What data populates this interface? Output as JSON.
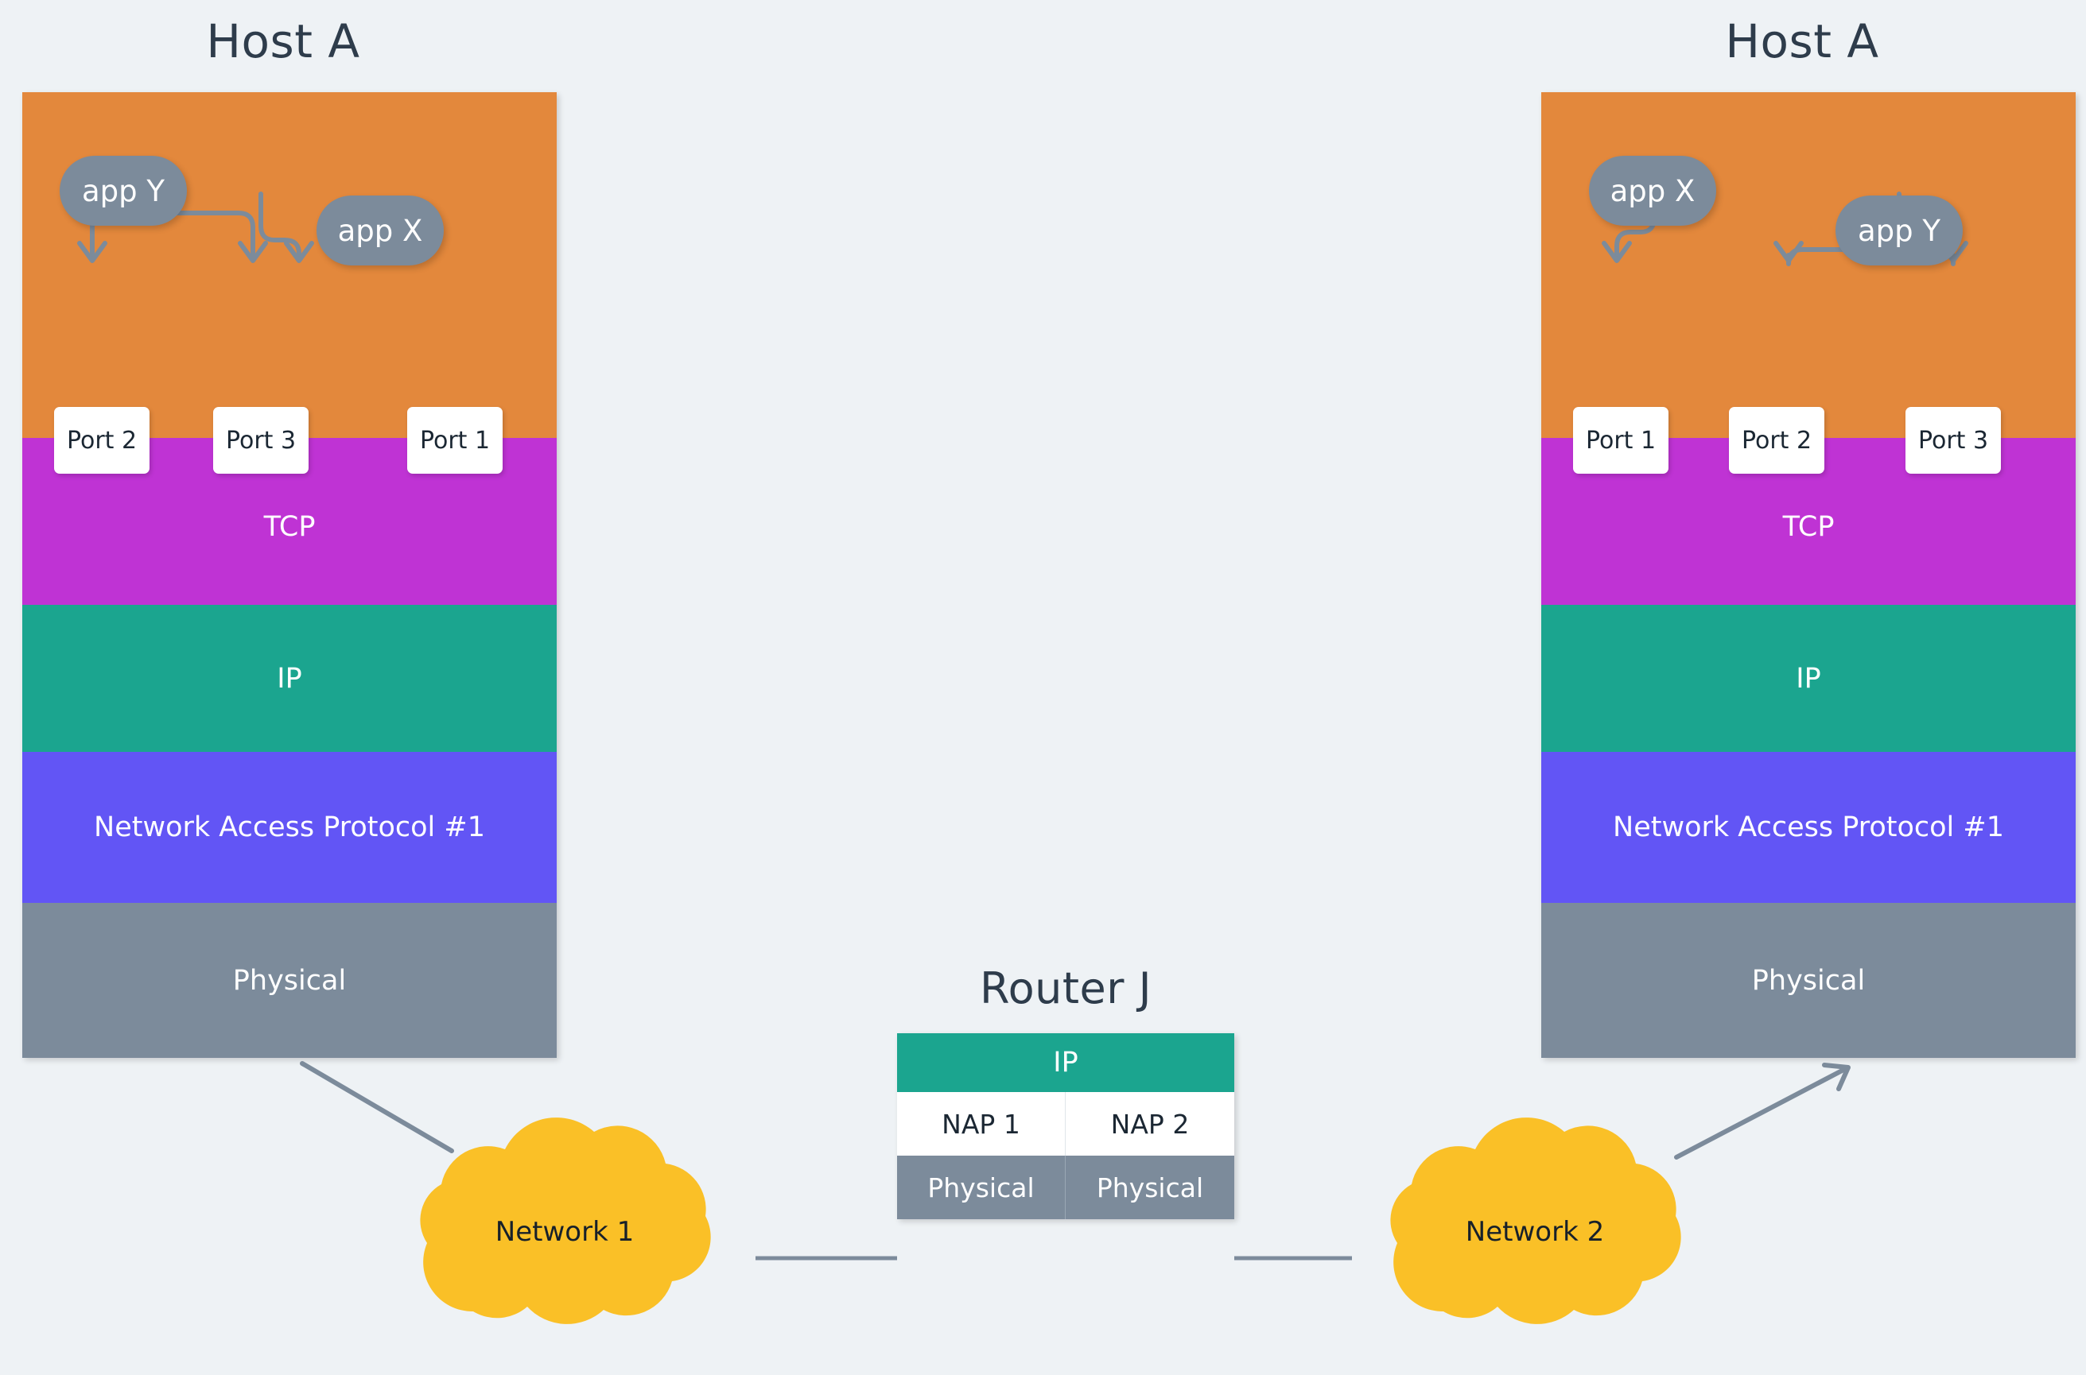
{
  "background_color": "#eef2f5",
  "palette": {
    "application_layer": "#e3883c",
    "tcp_layer": "#bf33d4",
    "ip_layer": "#1ba58f",
    "network_access_layer": "#6255f5",
    "physical_layer": "#7c8b9b",
    "app_bubble": "#7c8b9b",
    "cloud": "#fac027",
    "connector": "#7c8b9b",
    "title_text": "#2e3c4b",
    "port_box": "#ffffff"
  },
  "hosts": [
    {
      "title": "Host A",
      "apps": [
        {
          "label": "app Y"
        },
        {
          "label": "app X"
        }
      ],
      "ports": [
        {
          "label": "Port 2"
        },
        {
          "label": "Port 3"
        },
        {
          "label": "Port 1"
        }
      ],
      "layers": [
        {
          "name": "application",
          "label": ""
        },
        {
          "name": "transport",
          "label": "TCP"
        },
        {
          "name": "internet",
          "label": "IP"
        },
        {
          "name": "network-access",
          "label": "Network Access Protocol #1"
        },
        {
          "name": "physical",
          "label": "Physical"
        }
      ]
    },
    {
      "title": "Host A",
      "apps": [
        {
          "label": "app X"
        },
        {
          "label": "app Y"
        }
      ],
      "ports": [
        {
          "label": "Port 1"
        },
        {
          "label": "Port 2"
        },
        {
          "label": "Port 3"
        }
      ],
      "layers": [
        {
          "name": "application",
          "label": ""
        },
        {
          "name": "transport",
          "label": "TCP"
        },
        {
          "name": "internet",
          "label": "IP"
        },
        {
          "name": "network-access",
          "label": "Network Access Protocol #1"
        },
        {
          "name": "physical",
          "label": "Physical"
        }
      ]
    }
  ],
  "router": {
    "title": "Router J",
    "ip_label": "IP",
    "nap_left": "NAP 1",
    "nap_right": "NAP 2",
    "physical_left": "Physical",
    "physical_right": "Physical"
  },
  "networks": [
    {
      "label": "Network 1"
    },
    {
      "label": "Network 2"
    }
  ]
}
